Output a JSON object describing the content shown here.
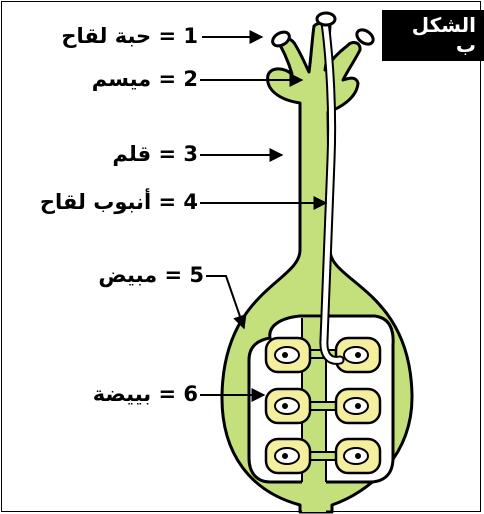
{
  "figure": {
    "badge": "الشكل ب"
  },
  "labels": [
    {
      "id": "1",
      "text": "1 = حبة لقاح",
      "part": "pollen-grain"
    },
    {
      "id": "2",
      "text": "2 = ميسم",
      "part": "stigma"
    },
    {
      "id": "3",
      "text": "3 = قلم",
      "part": "style"
    },
    {
      "id": "4",
      "text": "4 = أنبوب لقاح",
      "part": "pollen-tube"
    },
    {
      "id": "5",
      "text": "5 = مبيض",
      "part": "ovary"
    },
    {
      "id": "6",
      "text": "6 = بييضة",
      "part": "ovule"
    }
  ],
  "colors": {
    "pistil_fill": "#c4e07c",
    "ovule_fill": "#f3ef9f",
    "cavity_fill": "#ffffff",
    "outline": "#000000"
  }
}
